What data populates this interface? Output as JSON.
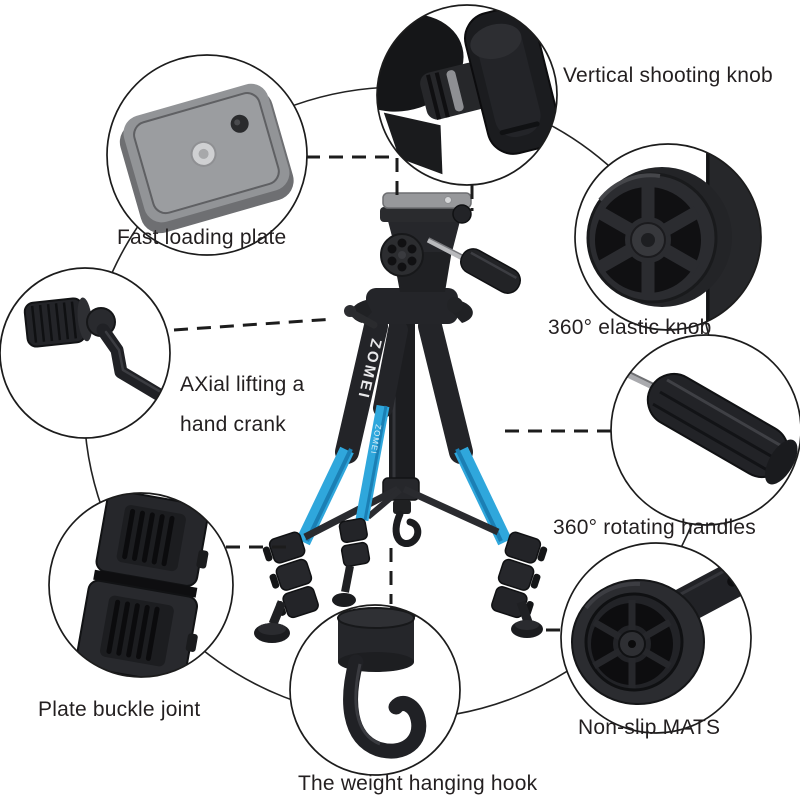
{
  "image": {
    "type": "tripod feature callout diagram",
    "brand": "ZOMEI",
    "colors": {
      "accent_blue": "#2fa7dc",
      "line": "#1f1f1f",
      "background": "#ffffff",
      "plastic_dark": "#222327",
      "plate_gray": "#929497"
    }
  },
  "callouts": {
    "vertical_shooting_knob": {
      "label": "Vertical shooting knob"
    },
    "fast_loading_plate": {
      "label": "Fast loading plate"
    },
    "elastic_knob": {
      "label": "360° elastic knob"
    },
    "axial_crank": {
      "line1": "AXial lifting a",
      "line2": "hand crank"
    },
    "rotating_handles": {
      "label": "360° rotating handles"
    },
    "plate_buckle_joint": {
      "label": "Plate buckle joint"
    },
    "non_slip_mats": {
      "label": "Non-slip MATS"
    },
    "weight_hook": {
      "label": "The weight hanging hook"
    }
  }
}
